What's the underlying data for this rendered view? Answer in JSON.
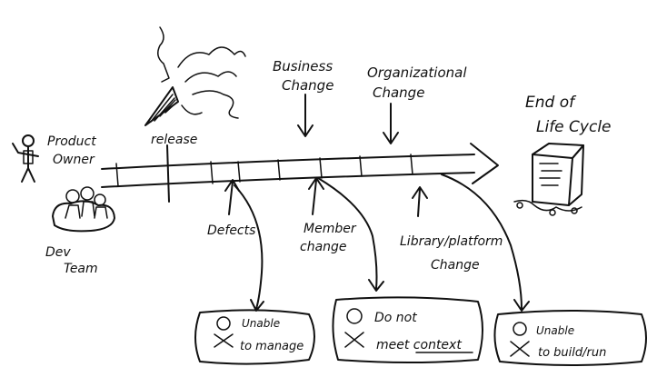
{
  "labels": {
    "product_owner_line1": "Product",
    "product_owner_line2": "Owner",
    "dev_team_line1": "Dev",
    "dev_team_line2": "Team",
    "release": "release",
    "business_change_line1": "Business",
    "business_change_line2": "Change",
    "org_change_line1": "Organizational",
    "org_change_line2": "Change",
    "end_of_life_line1": "End of",
    "end_of_life_line2": "Life Cycle",
    "defects": "Defects",
    "member_change_line1": "Member",
    "member_change_line2": "change",
    "library_change_line1": "Library/platform",
    "library_change_line2": "Change"
  },
  "outcomes": [
    {
      "line1": "Unable",
      "line2": "to manage"
    },
    {
      "line1": "Do not",
      "line2": "meet context"
    },
    {
      "line1": "Unable",
      "line2": "to build/run"
    }
  ]
}
